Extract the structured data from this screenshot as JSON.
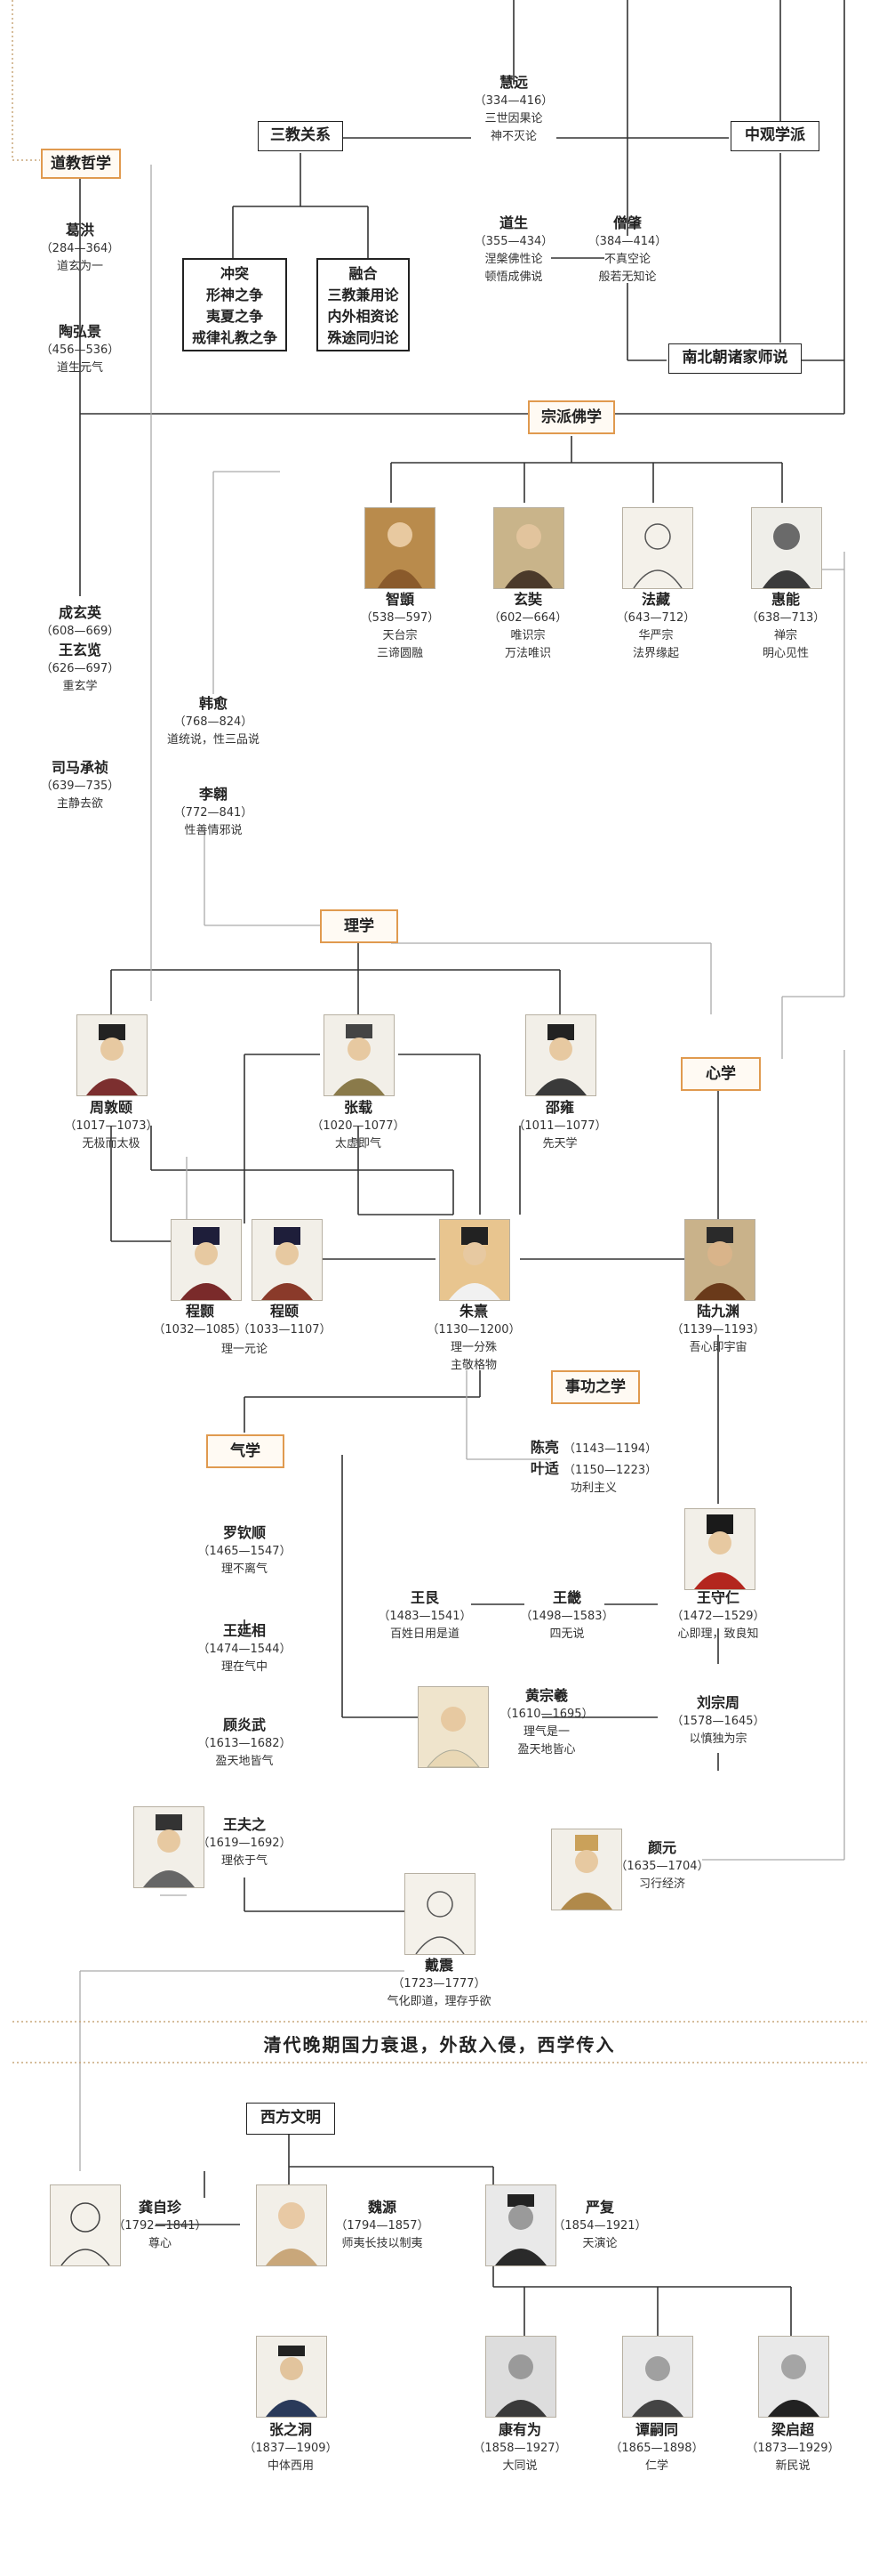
{
  "nodes": {
    "daojiao": "道教哲学",
    "sanjiao": "三教关系",
    "chongtu": "冲突",
    "chongtu_items": [
      "形神之争",
      "夷夏之争",
      "戒律礼教之争"
    ],
    "ronghe": "融合",
    "ronghe_items": [
      "三教兼用论",
      "内外相资论",
      "殊途同归论"
    ],
    "zhongguan": "中观学派",
    "nanbei": "南北朝诸家师说",
    "zongpai": "宗派佛学",
    "lixue": "理学",
    "xinxue": "心学",
    "shigong": "事功之学",
    "qixue": "气学",
    "xifang": "西方文明"
  },
  "people": {
    "huiyuan": {
      "name": "慧远",
      "years": "（334—416）",
      "notes": [
        "三世因果论",
        "神不灭论"
      ]
    },
    "daosheng": {
      "name": "道生",
      "years": "（355—434）",
      "notes": [
        "涅槃佛性论",
        "顿悟成佛说"
      ]
    },
    "sengzhao": {
      "name": "僧肇",
      "years": "（384—414）",
      "notes": [
        "不真空论",
        "般若无知论"
      ]
    },
    "gehong": {
      "name": "葛洪",
      "years": "（284—364）",
      "notes": [
        "道玄为一"
      ]
    },
    "taohongjing": {
      "name": "陶弘景",
      "years": "（456—536）",
      "notes": [
        "道生元气"
      ]
    },
    "chengxuanying": {
      "name": "成玄英",
      "years": "（608—669）",
      "notes": []
    },
    "wangxuanlan": {
      "name": "王玄览",
      "years": "（626—697）",
      "notes": [
        "重玄学"
      ]
    },
    "simachengzhen": {
      "name": "司马承祯",
      "years": "（639—735）",
      "notes": [
        "主静去欲"
      ]
    },
    "zhiyi": {
      "name": "智顗",
      "years": "（538—597）",
      "notes": [
        "天台宗",
        "三谛圆融"
      ]
    },
    "xuanzang": {
      "name": "玄奘",
      "years": "（602—664）",
      "notes": [
        "唯识宗",
        "万法唯识"
      ]
    },
    "fazang": {
      "name": "法藏",
      "years": "（643—712）",
      "notes": [
        "华严宗",
        "法界缘起"
      ]
    },
    "huineng": {
      "name": "惠能",
      "years": "（638—713）",
      "notes": [
        "禅宗",
        "明心见性"
      ]
    },
    "hanyu": {
      "name": "韩愈",
      "years": "（768—824）",
      "notes": [
        "道统说，性三品说"
      ]
    },
    "liao": {
      "name": "李翱",
      "years": "（772—841）",
      "notes": [
        "性善情邪说"
      ]
    },
    "zhoudunyi": {
      "name": "周敦颐",
      "years": "（1017—1073）",
      "notes": [
        "无极而太极"
      ]
    },
    "zhangzai": {
      "name": "张载",
      "years": "（1020—1077）",
      "notes": [
        "太虚即气"
      ]
    },
    "shaoyong": {
      "name": "邵雍",
      "years": "（1011—1077）",
      "notes": [
        "先天学"
      ]
    },
    "chenghao": {
      "name": "程颢",
      "years": "（1032—1085）",
      "notes": []
    },
    "chengyi": {
      "name": "程颐",
      "years": "（1033—1107）",
      "notes": []
    },
    "erchen_note": "理一元论",
    "zhuxi": {
      "name": "朱熹",
      "years": "（1130—1200）",
      "notes": [
        "理一分殊",
        "主敬格物"
      ]
    },
    "lujiuyuan": {
      "name": "陆九渊",
      "years": "（1139—1193）",
      "notes": [
        "吾心即宇宙"
      ]
    },
    "chenliang": {
      "name": "陈亮",
      "years": "（1143—1194）",
      "notes": []
    },
    "yeshi": {
      "name": "叶适",
      "years": "（1150—1223）",
      "notes": [
        "功利主义"
      ]
    },
    "luoqinshun": {
      "name": "罗钦顺",
      "years": "（1465—1547）",
      "notes": [
        "理不离气"
      ]
    },
    "wangtingxiang": {
      "name": "王廷相",
      "years": "（1474—1544）",
      "notes": [
        "理在气中"
      ]
    },
    "guyanwu": {
      "name": "顾炎武",
      "years": "（1613—1682）",
      "notes": [
        "盈天地皆气"
      ]
    },
    "wangfuzhi": {
      "name": "王夫之",
      "years": "（1619—1692）",
      "notes": [
        "理依于气"
      ]
    },
    "wanggen": {
      "name": "王艮",
      "years": "（1483—1541）",
      "notes": [
        "百姓日用是道"
      ]
    },
    "wangji": {
      "name": "王畿",
      "years": "（1498—1583）",
      "notes": [
        "四无说"
      ]
    },
    "wangshouren": {
      "name": "王守仁",
      "years": "（1472—1529）",
      "notes": [
        "心即理，致良知"
      ]
    },
    "huangzongxi": {
      "name": "黄宗羲",
      "years": "（1610—1695）",
      "notes": [
        "理气是一",
        "盈天地皆心"
      ]
    },
    "liuzongzhou": {
      "name": "刘宗周",
      "years": "（1578—1645）",
      "notes": [
        "以慎独为宗"
      ]
    },
    "yanyuan": {
      "name": "颜元",
      "years": "（1635—1704）",
      "notes": [
        "习行经济"
      ]
    },
    "daizhen": {
      "name": "戴震",
      "years": "（1723—1777）",
      "notes": [
        "气化即道，理存乎欲"
      ]
    },
    "gongzizhen": {
      "name": "龚自珍",
      "years": "（1792—1841）",
      "notes": [
        "尊心"
      ]
    },
    "weiyuan": {
      "name": "魏源",
      "years": "（1794—1857）",
      "notes": [
        "师夷长技以制夷"
      ]
    },
    "yanfu": {
      "name": "严复",
      "years": "（1854—1921）",
      "notes": [
        "天演论"
      ]
    },
    "zhangzhidong": {
      "name": "张之洞",
      "years": "（1837—1909）",
      "notes": [
        "中体西用"
      ]
    },
    "kangyouwei": {
      "name": "康有为",
      "years": "（1858—1927）",
      "notes": [
        "大同说"
      ]
    },
    "tansitong": {
      "name": "谭嗣同",
      "years": "（1865—1898）",
      "notes": [
        "仁学"
      ]
    },
    "liangqichao": {
      "name": "梁启超",
      "years": "（1873—1929）",
      "notes": [
        "新民说"
      ]
    }
  },
  "banner": "清代晚期国力衰退，外敌入侵，西学传入",
  "colors": {
    "orange": "#e09a4f",
    "line": "#333333",
    "dotted": "#c9a77a",
    "gray_line": "#999999"
  }
}
